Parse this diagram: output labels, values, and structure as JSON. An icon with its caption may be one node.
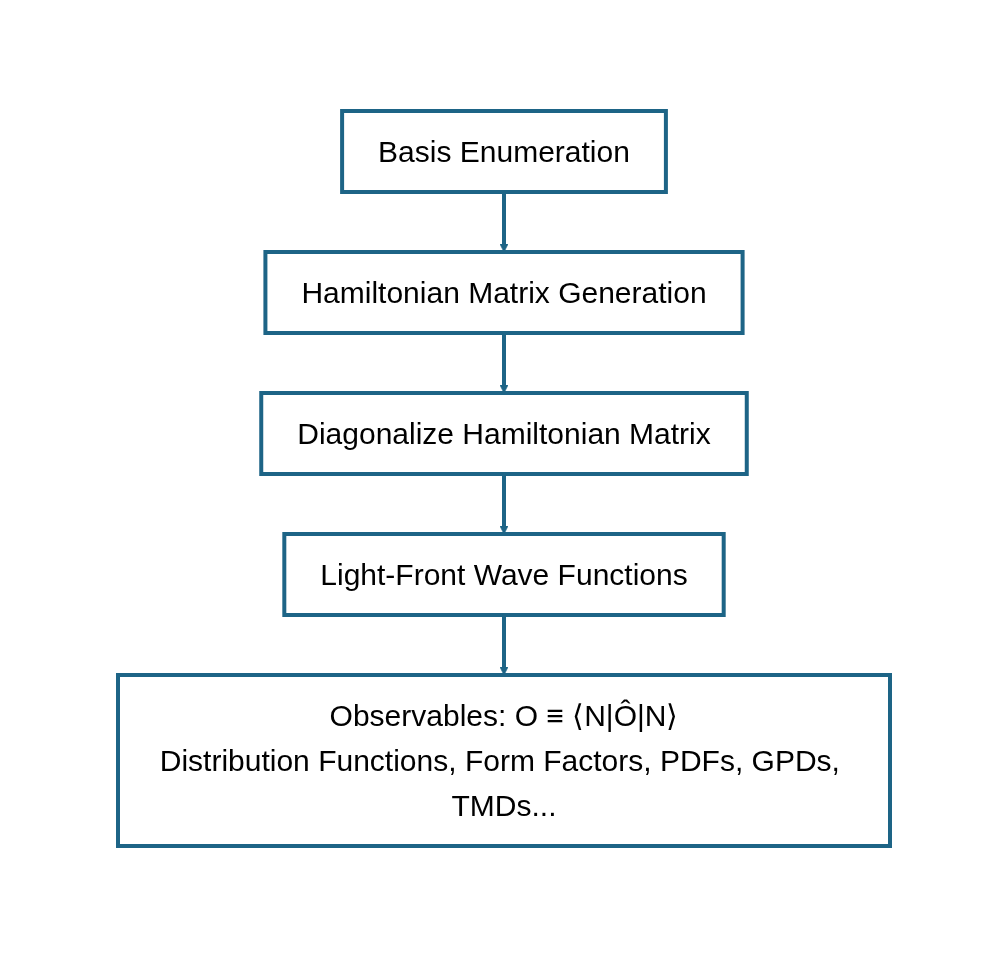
{
  "diagram": {
    "nodes": [
      {
        "text": [
          "Basis Enumeration"
        ]
      },
      {
        "text": [
          "Hamiltonian Matrix Generation"
        ]
      },
      {
        "text": [
          "Diagonalize Hamiltonian Matrix"
        ]
      },
      {
        "text": [
          "Light-Front Wave Functions"
        ]
      },
      {
        "text": [
          "Observables: O ≡ ⟨N|Ô|N⟩",
          "Distribution Functions, Form Factors, PDFs, GPDs, TMDs..."
        ]
      }
    ],
    "edges": [
      {
        "from": 0,
        "to": 1,
        "arrow": "to"
      },
      {
        "from": 1,
        "to": 2,
        "arrow": "to"
      },
      {
        "from": 2,
        "to": 3,
        "arrow": "to"
      },
      {
        "from": 3,
        "to": 4,
        "arrow": "to"
      }
    ]
  }
}
